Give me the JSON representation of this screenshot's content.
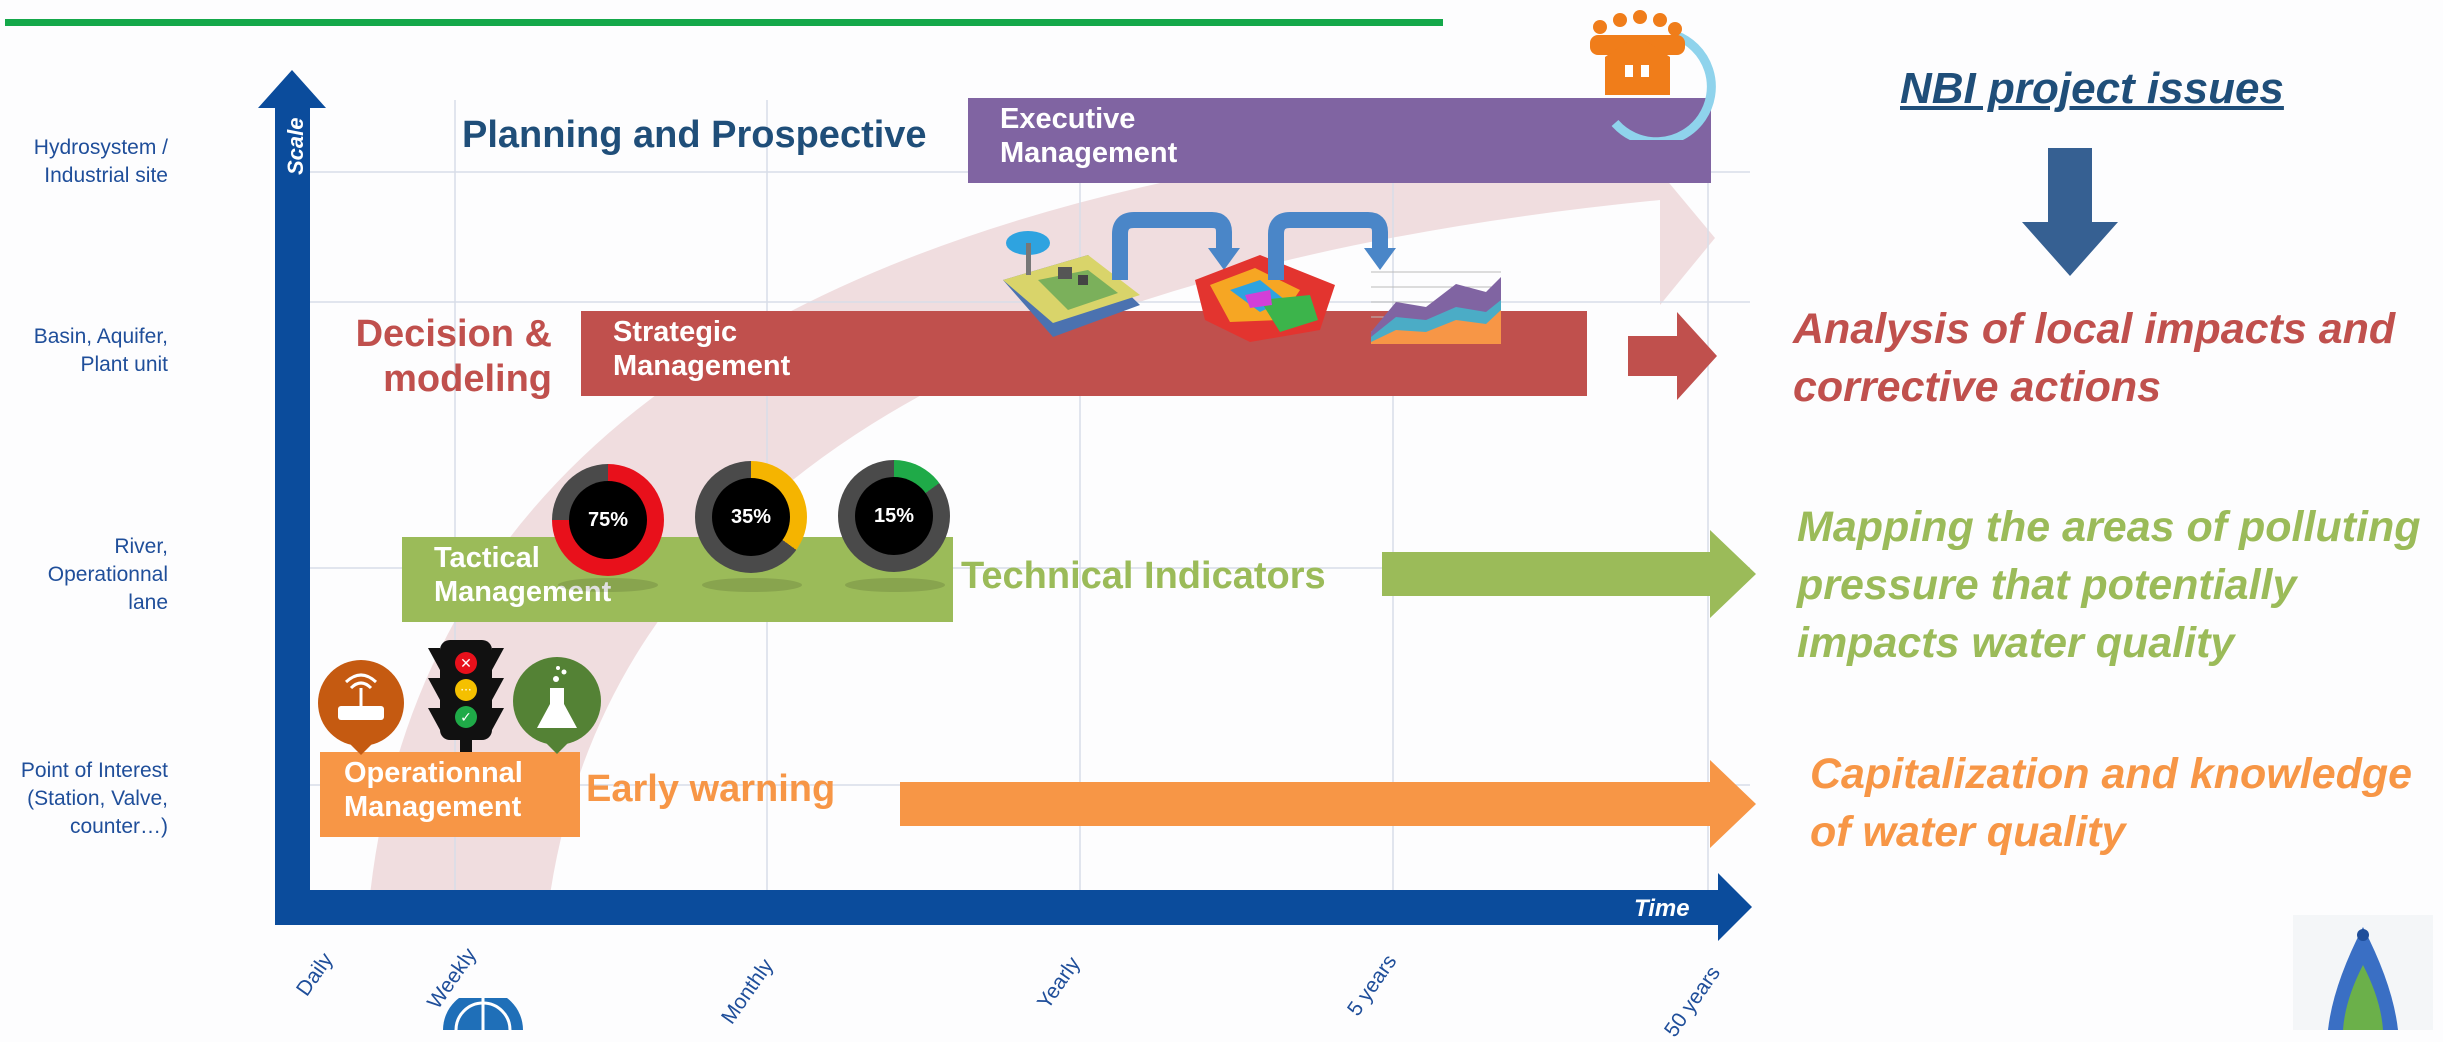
{
  "axes": {
    "y_title": "Scale",
    "x_title": "Time",
    "y_levels": [
      "Hydrosystem /\nIndustrial site",
      "Basin, Aquifer,\nPlant unit",
      "River,\nOperationnal\nlane",
      "Point of Interest\n(Station, Valve,\ncounter…)"
    ],
    "x_ticks": [
      "Daily",
      "Weekly",
      "Monthly",
      "Yearly",
      "5 years",
      "50 years"
    ]
  },
  "levels": {
    "planning": "Planning and Prospective",
    "decision": "Decision &\nmodeling",
    "technical": "Technical Indicators",
    "early": "Early warning"
  },
  "boxes": {
    "executive": "Executive\nManagement",
    "strategic": "Strategic\nManagement",
    "tactical": "Tactical\nManagement",
    "operational": "Operationnal\nManagement"
  },
  "gauges": [
    {
      "label": "75%",
      "value": 75,
      "color": "#e8101b"
    },
    {
      "label": "35%",
      "value": 35,
      "color": "#f5b400"
    },
    {
      "label": "15%",
      "value": 15,
      "color": "#1faa48"
    }
  ],
  "issues": {
    "title": "NBI project issues",
    "analysis": "Analysis of local impacts and\ncorrective actions",
    "mapping": "Mapping the areas of polluting\npressure that potentially\nimpacts water quality",
    "capitalization": "Capitalization and knowledge\nof water quality"
  },
  "colors": {
    "axis": "#0b4c9c",
    "purple": "#8064a2",
    "red": "#c0504d",
    "green": "#9bbb59",
    "orange": "#f79646",
    "navy": "#1f4e79",
    "top_line": "#14a84a"
  },
  "icons": [
    "sensor-icon",
    "traffic-light-icon",
    "flask-icon",
    "terrain-3d-icon",
    "heatmap-icon",
    "area-chart-icon",
    "people-logo-icon",
    "globe-logo-icon",
    "water-drop-logo-icon"
  ]
}
